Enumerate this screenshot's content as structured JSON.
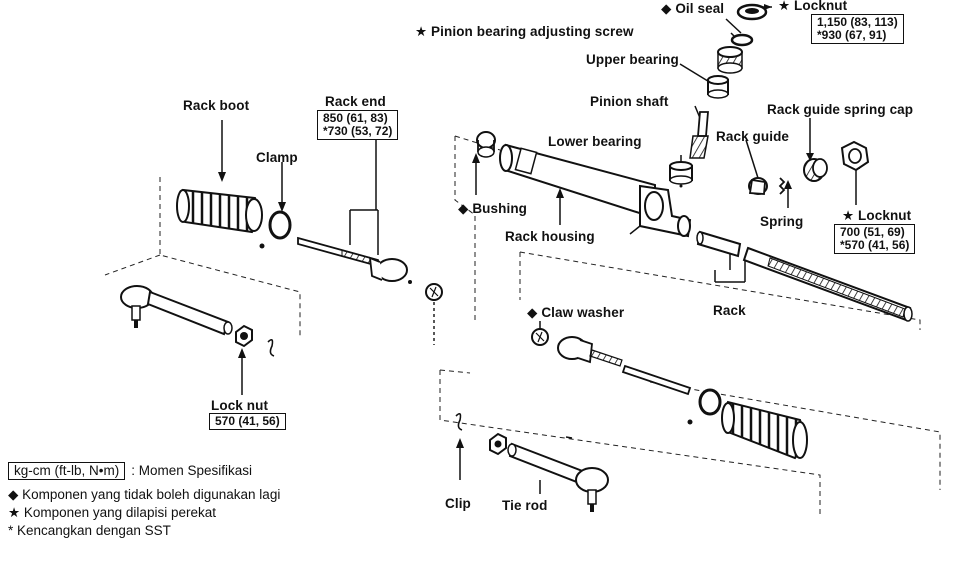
{
  "labels": {
    "oil_seal": "◆ Oil seal",
    "locknut_top": "★ Locknut",
    "pinion_bearing_adjusting_screw": "★ Pinion bearing adjusting screw",
    "upper_bearing": "Upper bearing",
    "pinion_shaft": "Pinion shaft",
    "rack_boot": "Rack boot",
    "rack_end": "Rack end",
    "clamp": "Clamp",
    "lower_bearing": "Lower bearing",
    "rack_guide": "Rack guide",
    "rack_guide_spring_cap": "Rack guide spring cap",
    "bushing": "◆ Bushing",
    "rack_housing": "Rack housing",
    "spring": "Spring",
    "locknut_right": "★ Locknut",
    "rack": "Rack",
    "claw_washer": "◆ Claw washer",
    "lock_nut": "Lock nut",
    "clip": "Clip",
    "tie_rod": "Tie rod"
  },
  "torques": {
    "locknut_top": [
      "1,150 (83, 113)",
      "*930 (67, 91)"
    ],
    "rack_end": [
      "850 (61, 83)",
      "*730 (53, 72)"
    ],
    "locknut_right": [
      "700 (51, 69)",
      "*570 (41, 56)"
    ],
    "lock_nut": [
      "570 (41, 56)"
    ]
  },
  "legend": {
    "unit": "kg-cm (ft-lb, N•m)",
    "unit_desc": ": Momen Spesifikasi",
    "diamond": "◆ Komponen yang tidak boleh digunakan lagi",
    "star": "★ Komponen yang dilapisi perekat",
    "asterisk": "* Kencangkan dengan SST"
  }
}
